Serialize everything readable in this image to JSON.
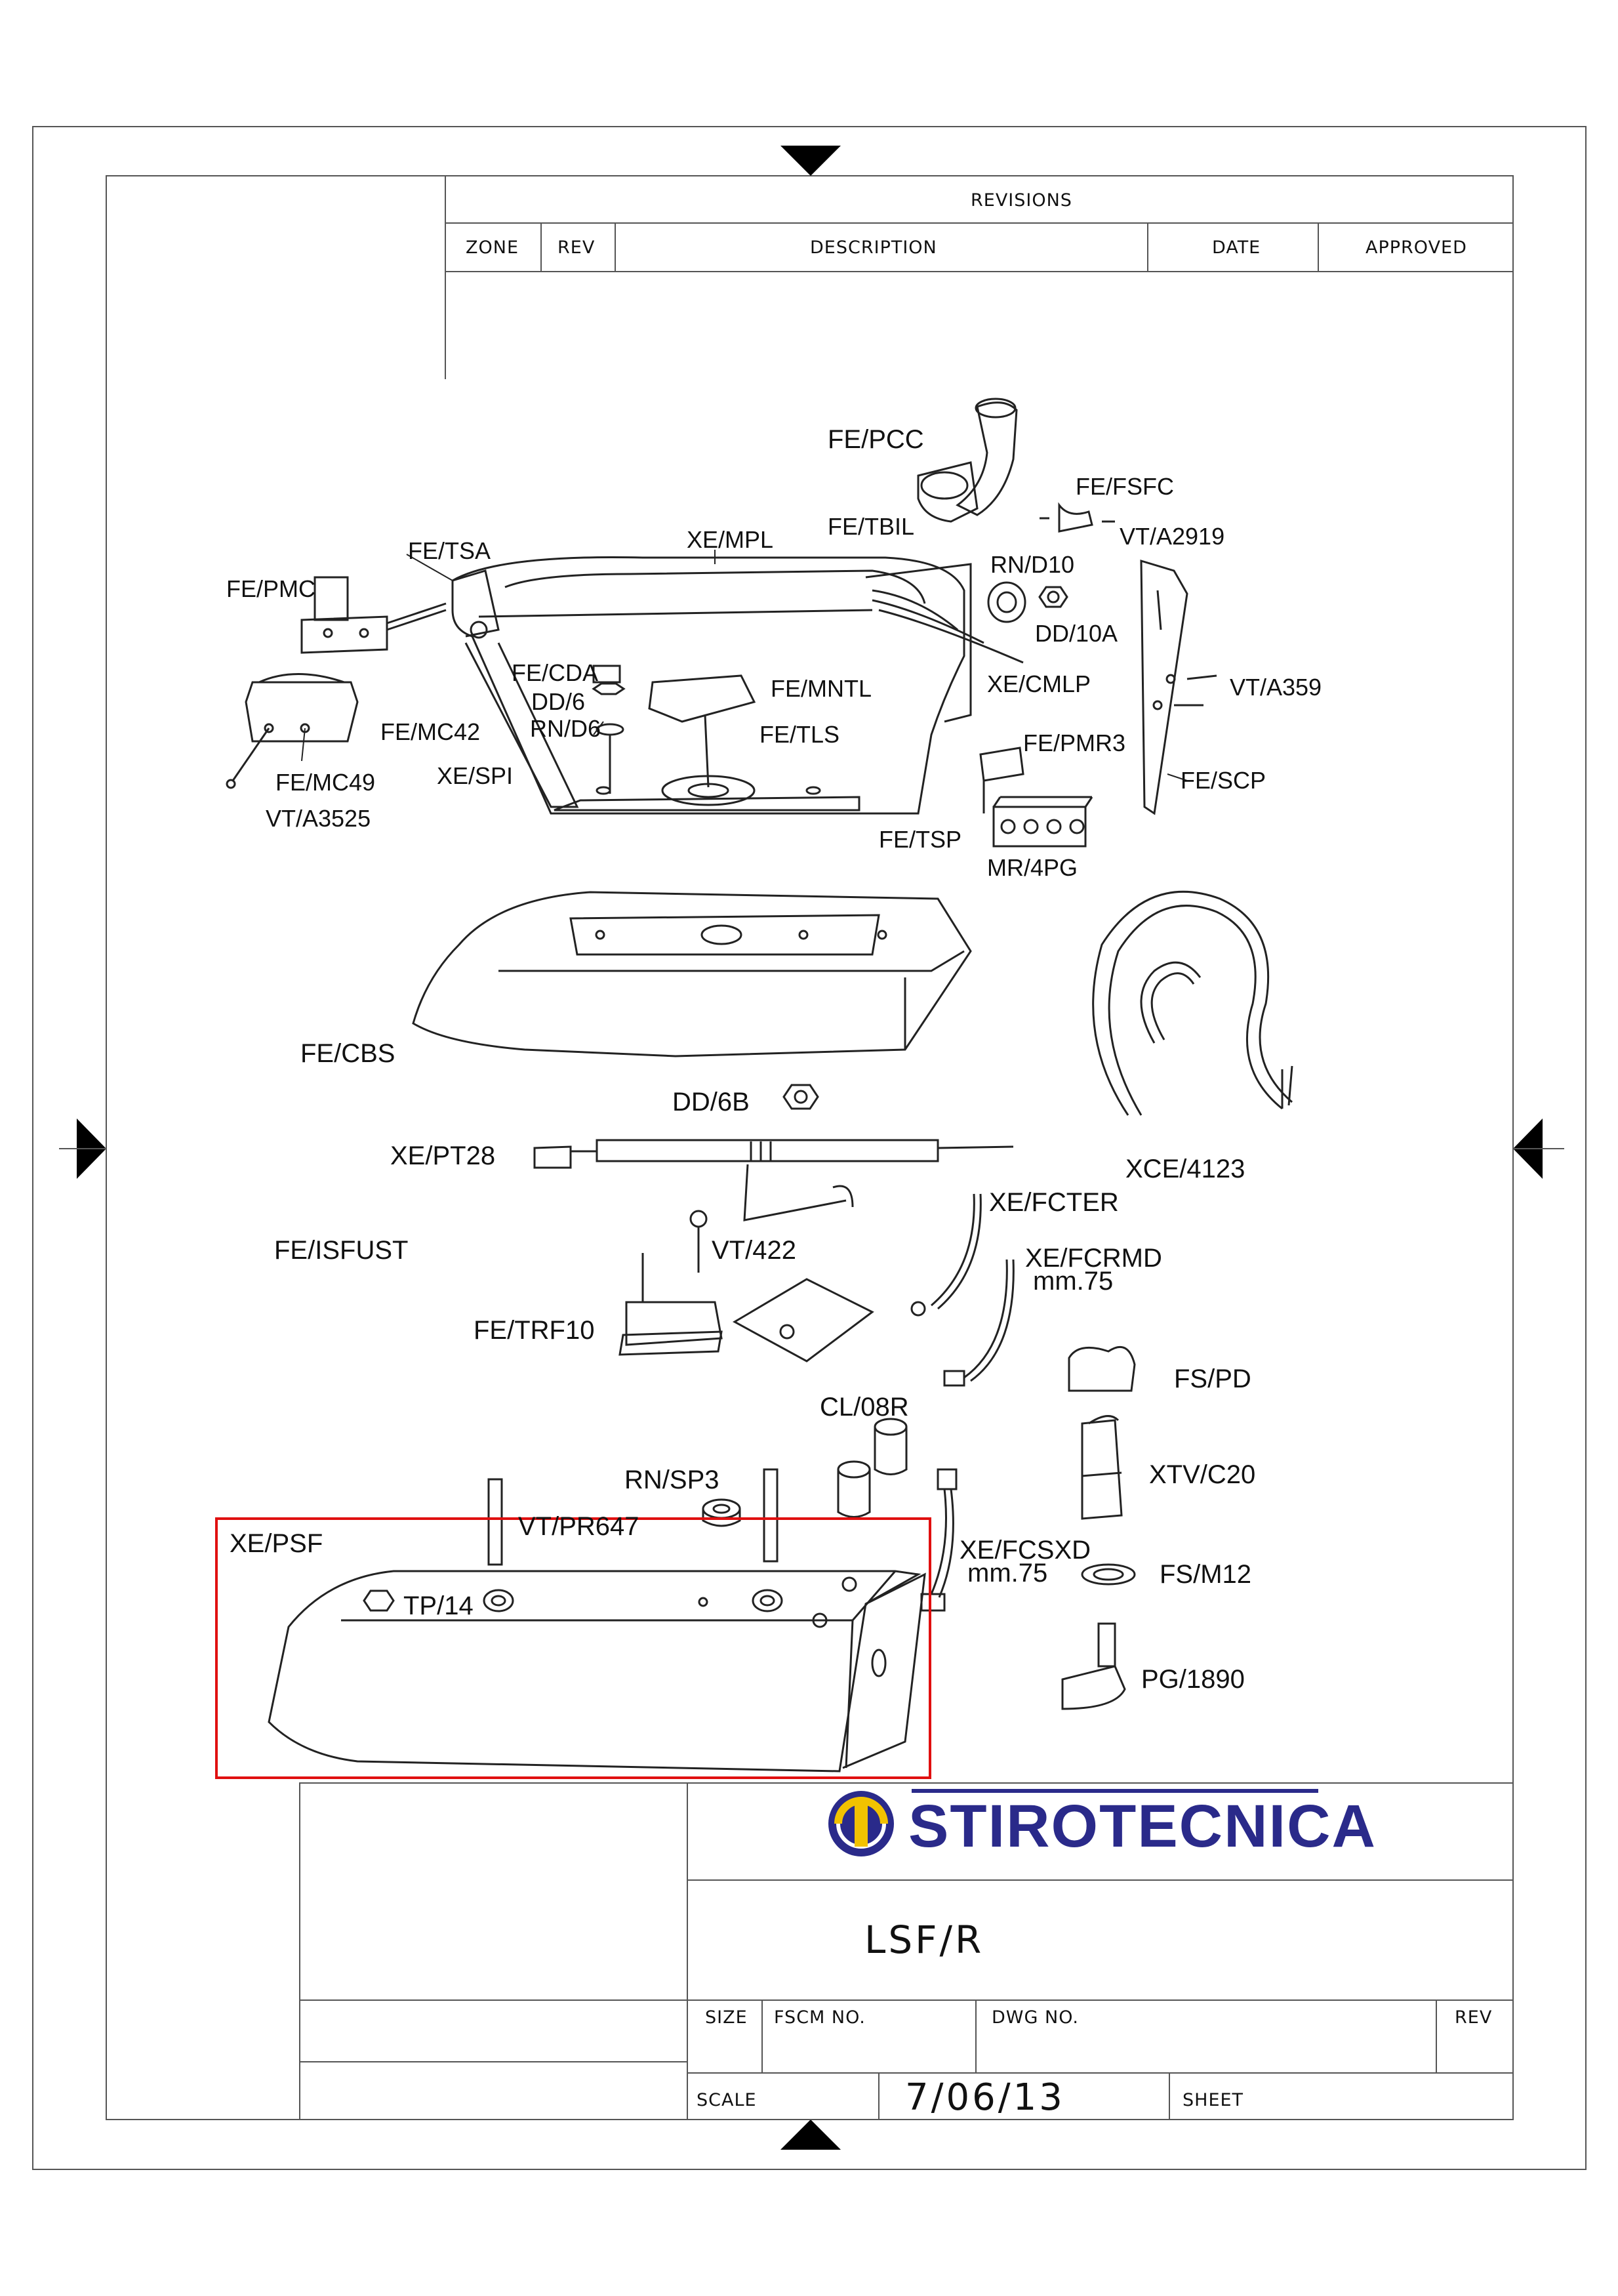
{
  "revisions": {
    "heading": "REVISIONS",
    "columns": [
      "ZONE",
      "REV",
      "DESCRIPTION",
      "DATE",
      "APPROVED"
    ]
  },
  "parts": {
    "fe_pcc": "FE/PCC",
    "fe_fsfc": "FE/FSFC",
    "vt_a2919": "VT/A2919",
    "fe_tbil": "FE/TBIL",
    "xe_mpl": "XE/MPL",
    "fe_tsa": "FE/TSA",
    "rn_d10": "RN/D10",
    "dd_10a": "DD/10A",
    "fe_pmc": "FE/PMC",
    "fe_cda": "FE/CDA",
    "dd_6": "DD/6",
    "rn_d6": "RN/D6",
    "fe_mntl": "FE/MNTL",
    "xe_cmlp": "XE/CMLP",
    "vt_a359": "VT/A359",
    "fe_mc42": "FE/MC42",
    "fe_tls": "FE/TLS",
    "fe_pmr3": "FE/PMR3",
    "fe_mc49": "FE/MC49",
    "xe_spi": "XE/SPI",
    "fe_scp": "FE/SCP",
    "vt_a3525": "VT/A3525",
    "fe_tsp": "FE/TSP",
    "mr_4pg": "MR/4PG",
    "fe_cbs": "FE/CBS",
    "dd_6b": "DD/6B",
    "xe_pt28": "XE/PT28",
    "xce_4123": "XCE/4123",
    "xe_fcter": "XE/FCTER",
    "fe_isfust": "FE/ISFUST",
    "vt_422": "VT/422",
    "xe_fcrmd": "XE/FCRMD",
    "xe_fcrmd_size": "mm.75",
    "fe_trf10": "FE/TRF10",
    "fs_pd": "FS/PD",
    "cl_08r": "CL/08R",
    "xtv_c20": "XTV/C20",
    "rn_sp3": "RN/SP3",
    "vt_pr647": "VT/PR647",
    "xe_psf": "XE/PSF",
    "xe_fcsxd": "XE/FCSXD",
    "xe_fcsxd_size": "mm.75",
    "fs_m12": "FS/M12",
    "tp_14": "TP/14",
    "pg_1890": "PG/1890"
  },
  "title_block": {
    "brand": "STIROTECNICA",
    "title": "LSF/R",
    "size_label": "SIZE",
    "fscm_label": "FSCM NO.",
    "dwg_label": "DWG NO.",
    "rev_label": "REV",
    "scale_label": "SCALE",
    "date": "7/06/13",
    "sheet_label": "SHEET"
  },
  "colors": {
    "brand_blue": "#2a2a8a",
    "brand_yellow": "#f2c200",
    "highlight_red": "#e01010"
  }
}
